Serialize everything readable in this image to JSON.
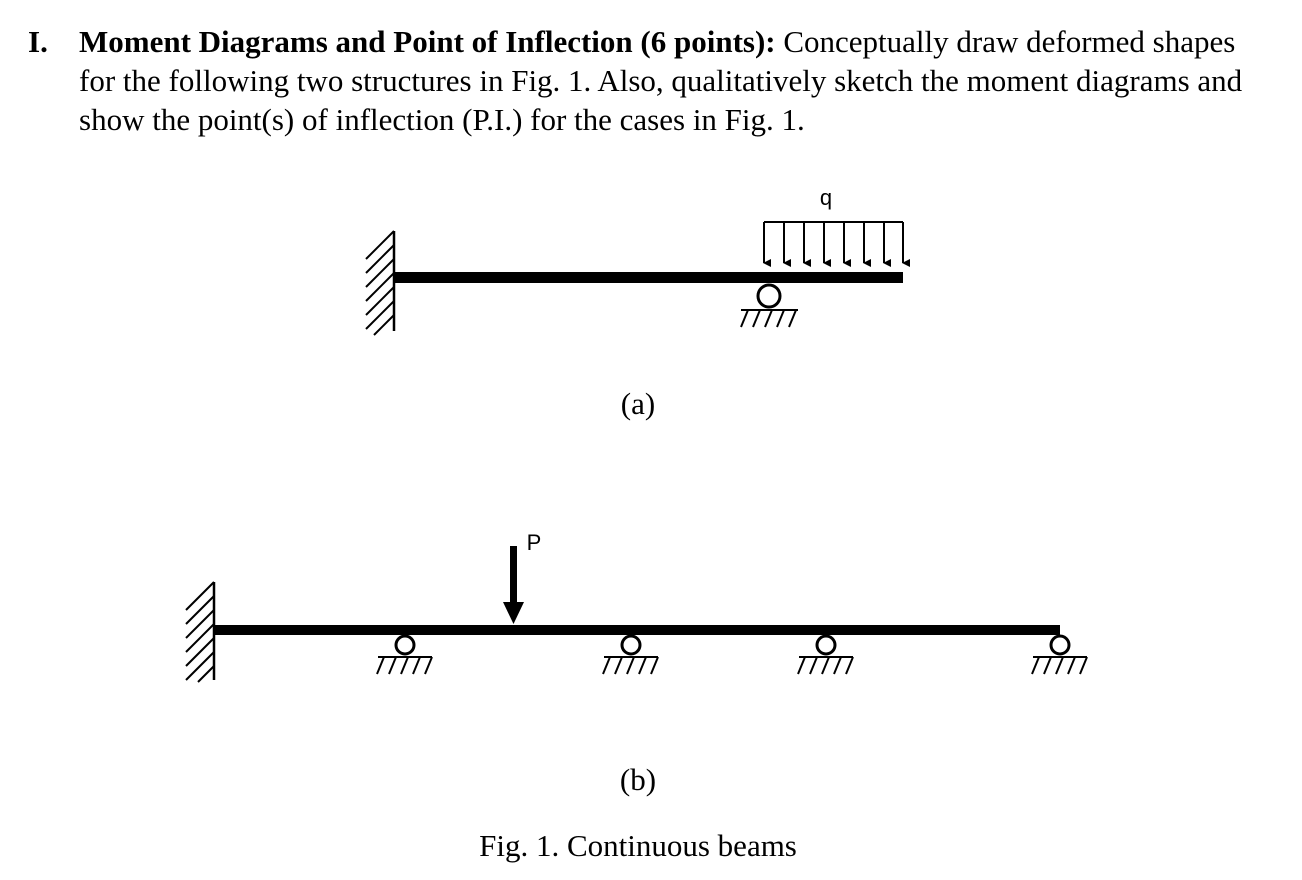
{
  "problem": {
    "numeral": "I.",
    "heading": "Moment Diagrams and Point of Inflection (6 points):",
    "text": "Conceptually draw deformed shapes for the following two structures in Fig. 1. Also, qualitatively sketch the moment diagrams and show the point(s) of inflection (P.I.) for the cases in Fig. 1."
  },
  "figure": {
    "part_a": {
      "label": "(a)",
      "load_label": "q"
    },
    "part_b": {
      "label": "(b)",
      "load_label": "P"
    },
    "caption": "Fig. 1. Continuous beams"
  }
}
